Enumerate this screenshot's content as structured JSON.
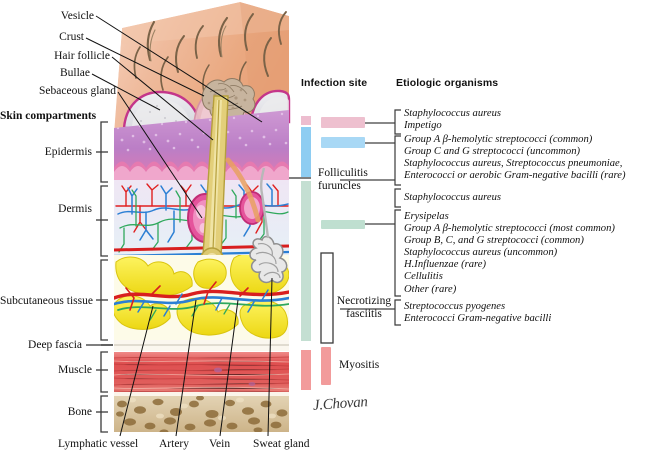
{
  "figure": {
    "signature": "J.Chovan"
  },
  "left_labels": {
    "callouts": [
      {
        "text": "Vesicle"
      },
      {
        "text": "Crust"
      },
      {
        "text": "Hair follicle"
      },
      {
        "text": "Bullae"
      },
      {
        "text": "Sebaceous gland"
      }
    ],
    "compartments_header": "Skin compartments",
    "compartments": [
      {
        "text": "Epidermis"
      },
      {
        "text": "Dermis"
      },
      {
        "text": "Subcutaneous tissue"
      },
      {
        "text": "Deep fascia"
      },
      {
        "text": "Muscle"
      },
      {
        "text": "Bone"
      }
    ]
  },
  "bottom_labels": [
    {
      "text": "Lymphatic vessel"
    },
    {
      "text": "Artery"
    },
    {
      "text": "Vein"
    },
    {
      "text": "Sweat gland"
    }
  ],
  "columns": {
    "infection_site": "Infection site",
    "etiologic_organisms": "Etiologic organisms"
  },
  "infection_sites": [
    {
      "name": "impetigo-band",
      "label": "",
      "color": "#eec0cf"
    },
    {
      "name": "erysipelas-band",
      "label": "",
      "color": "#a8d8f5"
    },
    {
      "name": "folliculitis-label",
      "label": "Folliculitis\nfuruncles",
      "color": ""
    },
    {
      "name": "cellulitis-band",
      "label": "",
      "color": "#bfdfd0"
    },
    {
      "name": "necrotizing-label",
      "label": "Necrotizing\nfasciitis",
      "color": ""
    },
    {
      "name": "myositis-band",
      "label": "Myositis",
      "color": "#f29b9b"
    }
  ],
  "site_labels": {
    "folliculitis_line1": "Folliculitis",
    "folliculitis_line2": "furuncles",
    "necrotizing_line1": "Necrotizing",
    "necrotizing_line2": "fasciitis",
    "myositis": "Myositis"
  },
  "depth_bar": {
    "segments": [
      {
        "name": "epidermis-depth",
        "color": "#edbdcf"
      },
      {
        "name": "dermis-depth",
        "color": "#8ecdf2"
      },
      {
        "name": "subcutis-depth",
        "color": "#c4dfd2"
      },
      {
        "name": "muscle-depth",
        "color": "#f29b9b"
      }
    ]
  },
  "organism_groups": [
    {
      "group": "impetigo",
      "lines": [
        "Staphylococcus aureus",
        "Impetigo"
      ]
    },
    {
      "group": "erysipelas-cellulitis",
      "lines": [
        "Group A β-hemolytic streptococci (common)",
        "Group C and G streptococci (uncommon)",
        "Staphylococcus aureus, Streptococcus pneumoniae,",
        "Enterococci or aerobic Gram-negative bacilli (rare)"
      ]
    },
    {
      "group": "folliculitis-furuncles",
      "lines": [
        "Staphylococcus aureus"
      ]
    },
    {
      "group": "erysipelas",
      "lines": [
        "Erysipelas",
        "Group A β-hemolytic streptococci (most common)",
        "Group B, C, and G streptococci (common)",
        "Staphylococcus aureus (uncommon)",
        "H.Influenzae (rare)",
        "Cellulitis",
        "Other (rare)"
      ]
    },
    {
      "group": "necrotizing-fasciitis",
      "lines": [
        "Streptococcus pyogenes",
        "Enterococci Gram-negative bacilli"
      ]
    }
  ],
  "colors": {
    "skin_surface": "#eeb293",
    "epidermis": "#b87fc0",
    "dermis": "#e8dff0",
    "subcutaneous_fat": "#f2e01f",
    "muscle": "#e05a5a",
    "bone": "#c9a46a",
    "vessel_artery": "#e02020",
    "vessel_vein": "#2b7fd4",
    "lymphatic": "#2fa85c",
    "follicle": "#d7c060",
    "bulla_fluid": "#e6e6ea",
    "crust": "#b9a89a",
    "line": "#111111"
  }
}
